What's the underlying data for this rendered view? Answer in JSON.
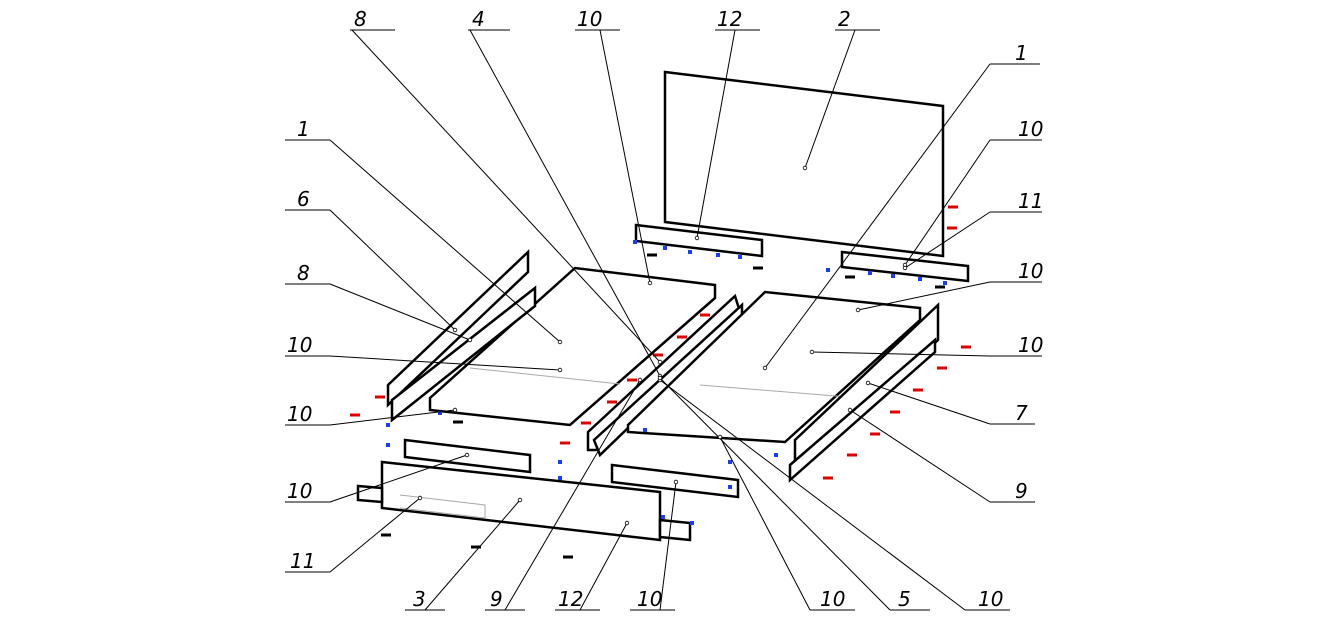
{
  "title": "Bed assembly exploded view",
  "callouts": {
    "top": [
      "8",
      "4",
      "10",
      "12",
      "2"
    ],
    "right": [
      "1",
      "10",
      "11",
      "10",
      "10",
      "7",
      "9"
    ],
    "bottom": [
      "10",
      "5",
      "10",
      "10",
      "12",
      "9",
      "3"
    ],
    "left": [
      "11",
      "10",
      "10",
      "10",
      "8",
      "6",
      "1"
    ]
  },
  "colors": {
    "line": "#000000",
    "fastener_red": "#e00000",
    "fastener_blue": "#1a3cff",
    "hidden": "#aaaaaa"
  }
}
